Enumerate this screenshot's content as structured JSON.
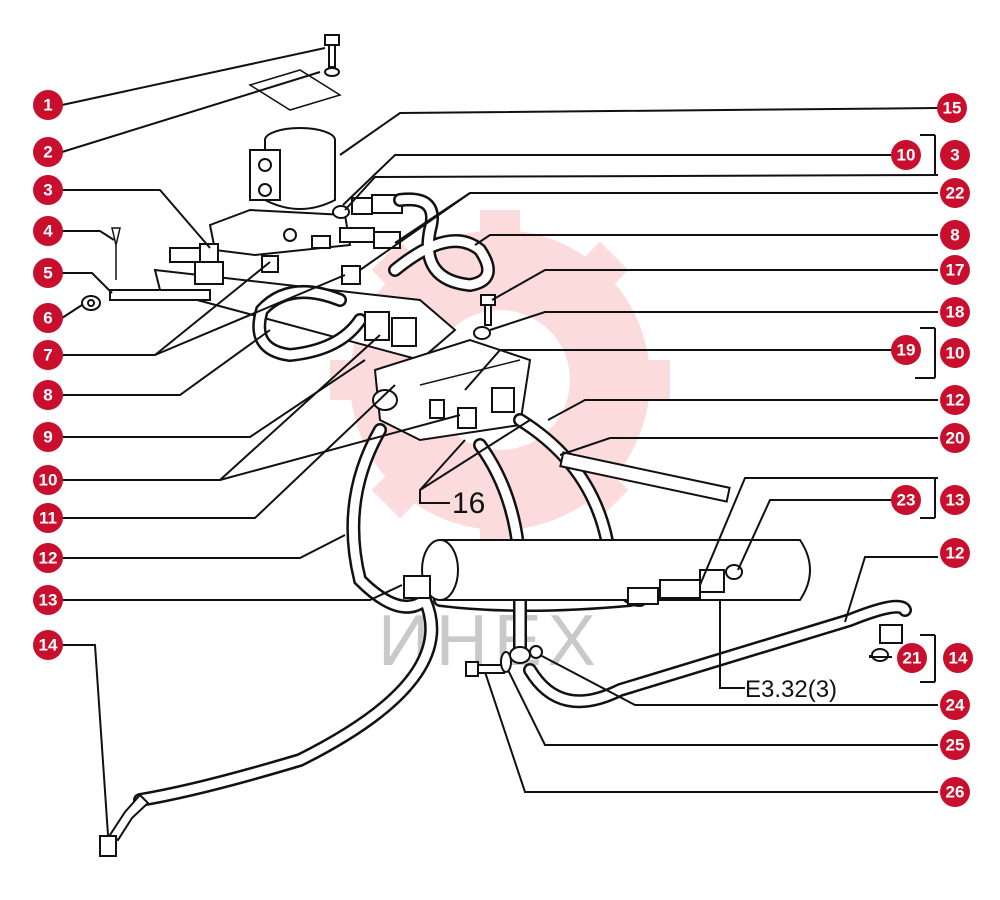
{
  "watermark": {
    "text": "ИНЕХ",
    "color": "#f2a0a0"
  },
  "accent_color": "#c8102e",
  "reference_labels": {
    "group_16": "16",
    "ref_e332": "E3.32(3)"
  },
  "callouts_left": [
    "1",
    "2",
    "3",
    "4",
    "5",
    "6",
    "7",
    "8",
    "9",
    "10",
    "11",
    "12",
    "13",
    "14"
  ],
  "callouts_right": [
    "15",
    "10",
    "3",
    "22",
    "8",
    "17",
    "18",
    "19",
    "10",
    "12",
    "20",
    "23",
    "13",
    "12",
    "21",
    "14",
    "24",
    "25",
    "26"
  ]
}
